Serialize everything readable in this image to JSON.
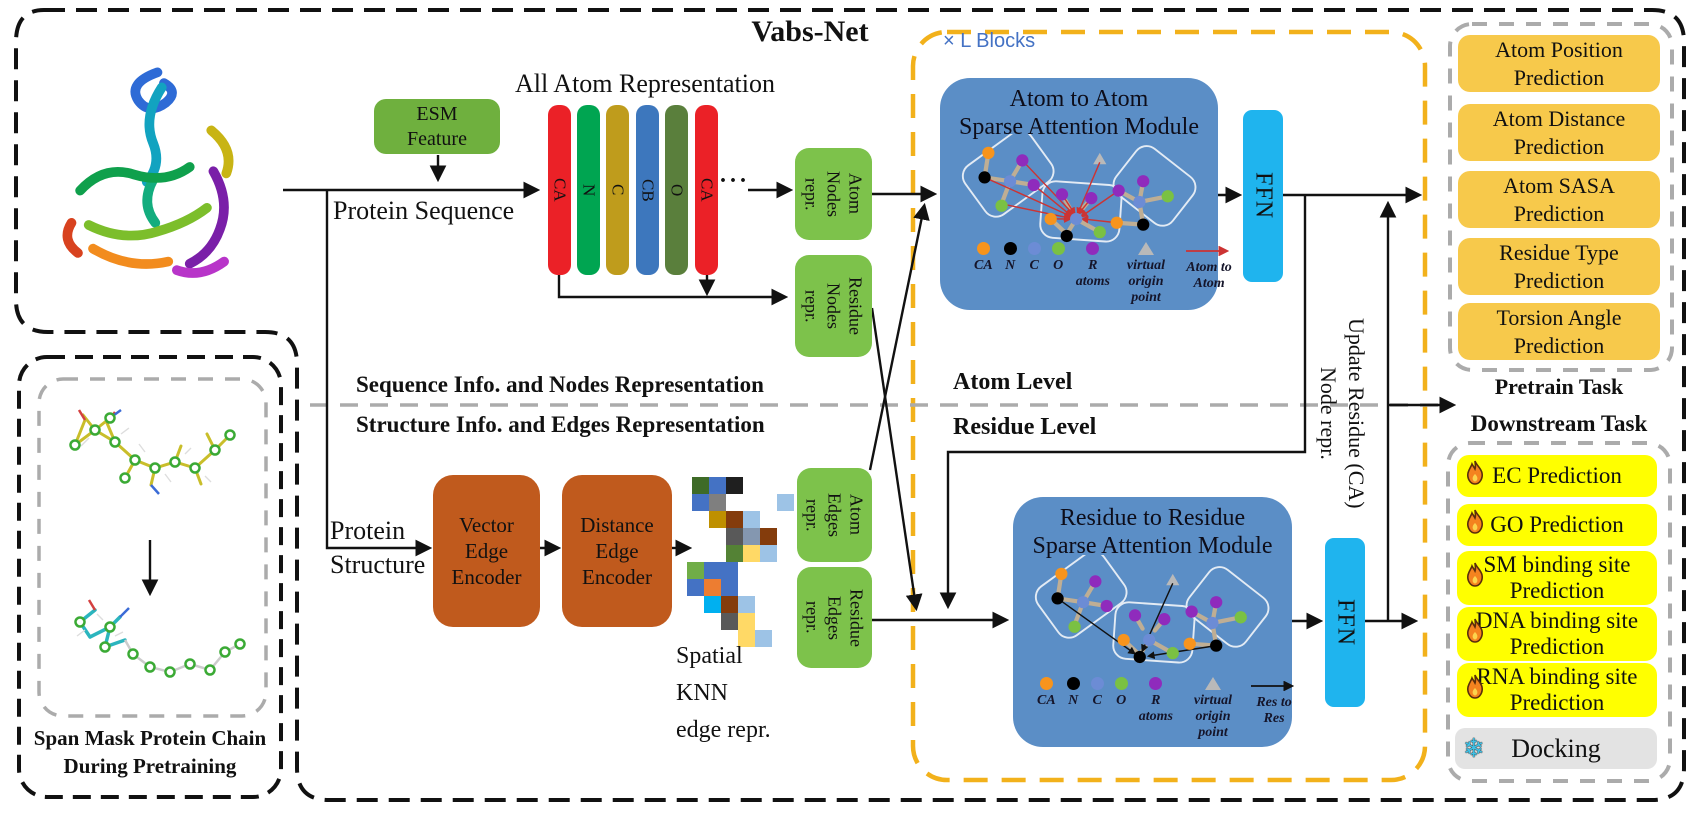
{
  "title": "Vabs-Net",
  "blocks_label": "× L Blocks",
  "sequence": {
    "esm_feature": "ESM\nFeature",
    "all_atom_title": "All Atom Representation",
    "protein_sequence": "Protein Sequence",
    "bars": [
      "CA",
      "N",
      "C",
      "CB",
      "O",
      "CA"
    ],
    "ellipsis": "···",
    "atom_nodes": "Atom\nNodes\nrepr.",
    "residue_nodes": "Residue\nNodes\nrepr.",
    "section_label": "Sequence Info. and Nodes Representation"
  },
  "structure": {
    "protein_structure": "Protein\nStructure",
    "vector_encoder": "Vector\nEdge\nEncoder",
    "distance_encoder": "Distance\nEdge\nEncoder",
    "spatial_knn": "Spatial\nKNN\nedge repr.",
    "atom_edges": "Atom\nEdges\nrepr.",
    "residue_edges": "Residue\nEdges\nrepr.",
    "section_label": "Structure Info. and Edges Representation"
  },
  "levels": {
    "atom": "Atom Level",
    "residue": "Residue Level"
  },
  "modules": {
    "atom": {
      "title": "Atom to Atom\nSparse Attention Module",
      "ffn": "FFN",
      "arrow_label": "Atom to Atom"
    },
    "residue": {
      "title": "Residue to Residue\nSparse Attention Module",
      "ffn": "FFN",
      "arrow_label": "Res to Res"
    }
  },
  "legend": {
    "ca": "CA",
    "n": "N",
    "c": "C",
    "o": "O",
    "r": "R atoms",
    "virtual": "virtual\norigin\npoint"
  },
  "update_note": "Update Residue (CA)\nNode repr.",
  "pretrain": {
    "label": "Pretrain Task",
    "tasks": [
      "Atom Position\nPrediction",
      "Atom Distance\nPrediction",
      "Atom SASA\nPrediction",
      "Residue Type\nPrediction",
      "Torsion Angle\nPrediction"
    ]
  },
  "downstream": {
    "label": "Downstream Task",
    "tasks": [
      "EC Prediction",
      "GO Prediction",
      "SM binding site\nPrediction",
      "DNA binding site\nPrediction",
      "RNA binding site\nPrediction"
    ],
    "docking": "Docking",
    "snowflake": "❄"
  },
  "span_mask": {
    "caption": "Span Mask Protein Chain\nDuring Pretraining"
  },
  "grids": {
    "atom": [
      [
        "#3E6B27",
        "#4472C4",
        "#1F1F1F",
        "",
        "",
        ""
      ],
      [
        "#4472C4",
        "#7F7F7F",
        "",
        "",
        "",
        "#9DC3E6"
      ],
      [
        "",
        "#BF9000",
        "#843C0C",
        "#9DC3E6",
        "",
        ""
      ],
      [
        "",
        "",
        "#595959",
        "#8497B0",
        "#843C0C",
        ""
      ],
      [
        "",
        "",
        "#548235",
        "#FFD966",
        "#9DC3E6",
        ""
      ]
    ],
    "residue": [
      [
        "#70AD47",
        "#4472C4",
        "#4472C4",
        "",
        ""
      ],
      [
        "#4472C4",
        "#ED7D31",
        "#4472C4",
        "",
        ""
      ],
      [
        "",
        "#00B0F0",
        "#843C0C",
        "#9DC3E6",
        ""
      ],
      [
        "",
        "",
        "#595959",
        "#FFD966",
        ""
      ],
      [
        "",
        "",
        "",
        "#FFD966",
        "#9DC3E6"
      ]
    ]
  },
  "colors": {
    "bars": {
      "ca": "#EB2127",
      "n": "#00A551",
      "c": "#BF9C1C",
      "cb": "#3D77BD",
      "o": "#5A7F3C"
    },
    "boxes": {
      "esm": "#6FB03E",
      "repr": "#7DC24B",
      "encoder": "#C05A1D",
      "module": "#5B8EC6",
      "ffn": "#1FB4EE",
      "pretrain": "#F7C94B",
      "downstream": "#FFFF00",
      "docking": "#E3E3E3"
    },
    "nodes": {
      "ca": "#F7941D",
      "n": "#000000",
      "c": "#6C8CD5",
      "o": "#7AC143",
      "r": "#8F2BBC",
      "virtual": "#B9B9B9"
    },
    "accents": {
      "blocks_text": "#4472C4",
      "yellow_dash": "#F2B11B",
      "gray_dash": "#ABABAB",
      "atom_attention": "#CC3333",
      "res_attention": "#111111",
      "snowflake": "#3FC1E6"
    }
  }
}
